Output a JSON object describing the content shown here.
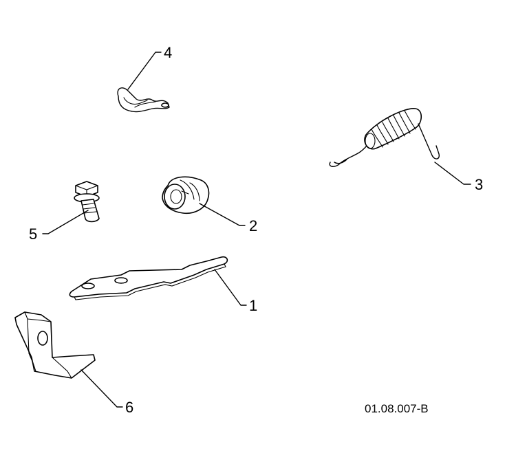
{
  "callouts": {
    "c1": "1",
    "c2": "2",
    "c3": "3",
    "c4": "4",
    "c5": "5",
    "c6": "6"
  },
  "reference_code": "01.08.007-B"
}
